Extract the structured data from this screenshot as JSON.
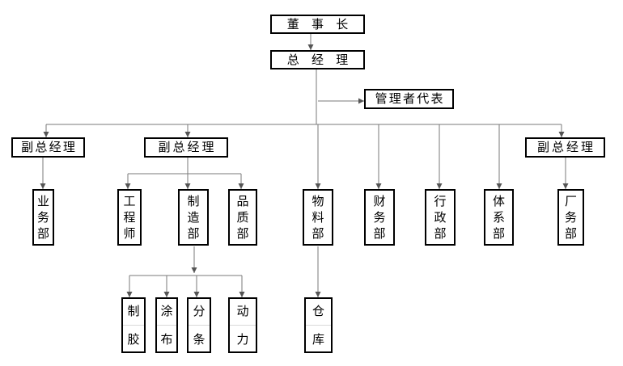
{
  "chairman": "董 事 长",
  "general_manager": "总 经 理",
  "management_rep": "管理者代表",
  "vp_left": "副总经理",
  "vp_middle": "副总经理",
  "vp_right": "副总经理",
  "departments": {
    "business": [
      "业",
      "务",
      "部"
    ],
    "engineering": [
      "工",
      "程",
      "师"
    ],
    "manufacturing": [
      "制",
      "造",
      "部"
    ],
    "quality": [
      "品",
      "质",
      "部"
    ],
    "materials": [
      "物",
      "料",
      "部"
    ],
    "finance": [
      "财",
      "务",
      "部"
    ],
    "administration": [
      "行",
      "政",
      "部"
    ],
    "system": [
      "体",
      "系",
      "部"
    ],
    "factory": [
      "厂",
      "务",
      "部"
    ]
  },
  "sub_units": {
    "rubber": [
      "制",
      "胶"
    ],
    "coating": [
      "涂",
      "布"
    ],
    "slitting": [
      "分",
      "条"
    ],
    "power": [
      "动",
      "力"
    ],
    "warehouse": [
      "仓",
      "库"
    ]
  }
}
